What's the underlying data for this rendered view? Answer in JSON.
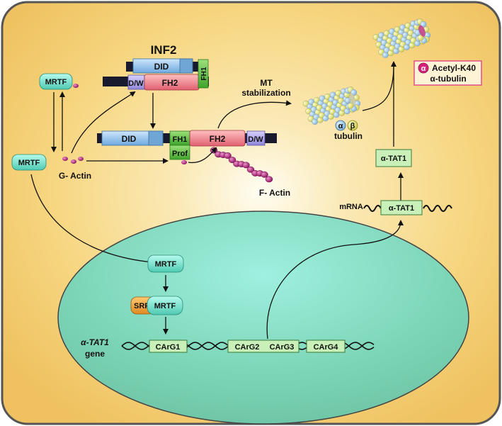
{
  "colors": {
    "cytoplasm": "#f7d77a",
    "nucleus": "#8fd9c0",
    "mrtf": "#6fe0c8",
    "did": "#8ec6ee",
    "fh1": "#4fbf3a",
    "fh2": "#f08080",
    "dw": "#a8a0e6",
    "actin": "#b0207a",
    "gene_box": "#c9f0b8",
    "srf": "#f0a030",
    "acetyl_border": "#e0508a"
  },
  "cytoplasm": {
    "inf2_title": "INF2",
    "inactive_inf2": {
      "did": "DID",
      "dw": "D/W",
      "fh2": "FH2",
      "fh1": "FH1"
    },
    "active_inf2": {
      "did": "DID",
      "fh1": "FH1",
      "prof": "Prof",
      "fh2": "FH2",
      "dw": "D/W"
    },
    "mrtf_top": "MRTF",
    "mrtf_mid": "MRTF",
    "g_actin": "G- Actin",
    "f_actin": "F- Actin",
    "mt_stabilization_line1": "MT",
    "mt_stabilization_line2": "stabilization",
    "tubulin": "tubulin",
    "alpha": "α",
    "beta": "β",
    "acetyl_line1": "Acetyl-K40",
    "acetyl_line2": "α-tubulin",
    "acetyl_alpha": "α",
    "atat1_protein": "α-TAT1",
    "mrna_label": "mRNA",
    "atat1_mrna": "α-TAT1"
  },
  "nucleus": {
    "mrtf": "MRTF",
    "srf": "SRF",
    "srf_mrtf": "MRTF",
    "gene_line1": "α-TAT1",
    "gene_line2": "gene",
    "cargs": [
      "CArG1",
      "CArG2",
      "CArG3",
      "CArG4"
    ]
  }
}
